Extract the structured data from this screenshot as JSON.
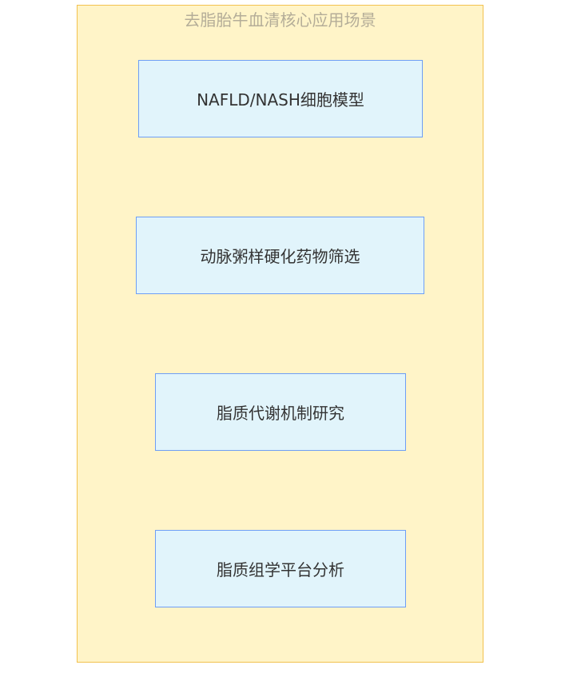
{
  "diagram": {
    "title": "去脂胎牛血清核心应用场景",
    "nodes": [
      {
        "label": "NAFLD/NASH细胞模型"
      },
      {
        "label": "动脉粥样硬化药物筛选"
      },
      {
        "label": "脂质代谢机制研究"
      },
      {
        "label": "脂质组学平台分析"
      }
    ]
  },
  "colors": {
    "container_fill": "#fff4c8",
    "container_border": "#f2c14e",
    "node_fill": "#e1f4fb",
    "node_border": "#6e9ef5"
  }
}
